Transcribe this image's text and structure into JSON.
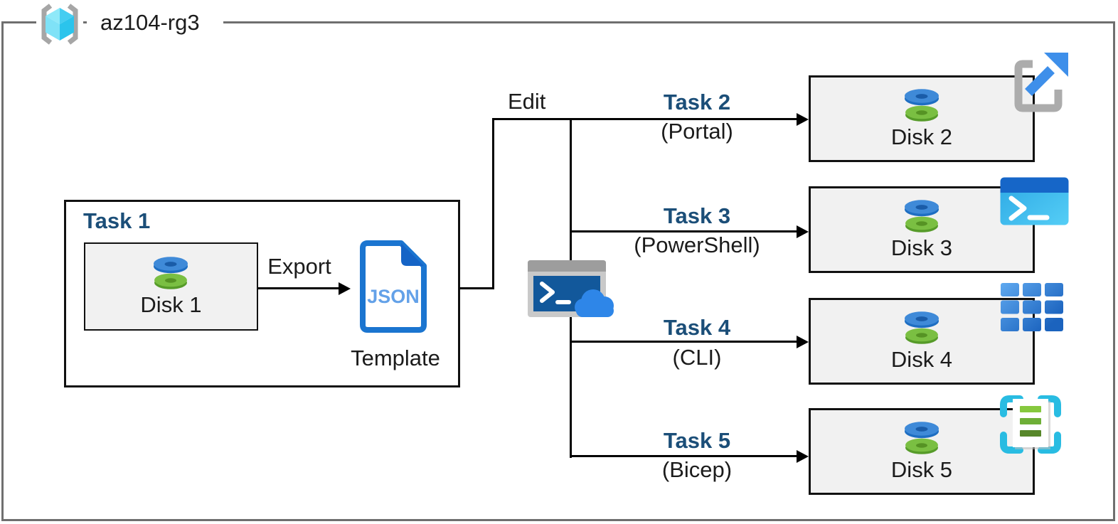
{
  "resource_group": {
    "name": "az104-rg3"
  },
  "task1": {
    "title": "Task 1",
    "disk_label": "Disk 1",
    "export_label": "Export",
    "json_text": "JSON",
    "template_label": "Template"
  },
  "edit_label": "Edit",
  "branches": [
    {
      "task": "Task 2",
      "method": "(Portal)",
      "disk": "Disk 2",
      "tool_icon": "portal-icon"
    },
    {
      "task": "Task 3",
      "method": "(PowerShell)",
      "disk": "Disk 3",
      "tool_icon": "powershell-icon"
    },
    {
      "task": "Task 4",
      "method": "(CLI)",
      "disk": "Disk 4",
      "tool_icon": "cli-icon"
    },
    {
      "task": "Task 5",
      "method": "(Bicep)",
      "disk": "Disk 5",
      "tool_icon": "bicep-icon"
    }
  ],
  "icons": {
    "resource_group": "resource-group-icon",
    "disk": "managed-disk-icon",
    "json_template": "json-template-icon",
    "cloud_shell": "cloud-shell-icon"
  },
  "colors": {
    "task_heading": "#1B4E78",
    "outer_border": "#6F6F6F",
    "box_border": "#111111",
    "disk_box_fill": "#F1F1F1",
    "azure_blue": "#2E86E8",
    "disk_blue": "#3F8AD8",
    "disk_green": "#7ABF42",
    "powershell_cyan": "#3BBCF0",
    "bicep_cyan": "#29BCE2"
  }
}
